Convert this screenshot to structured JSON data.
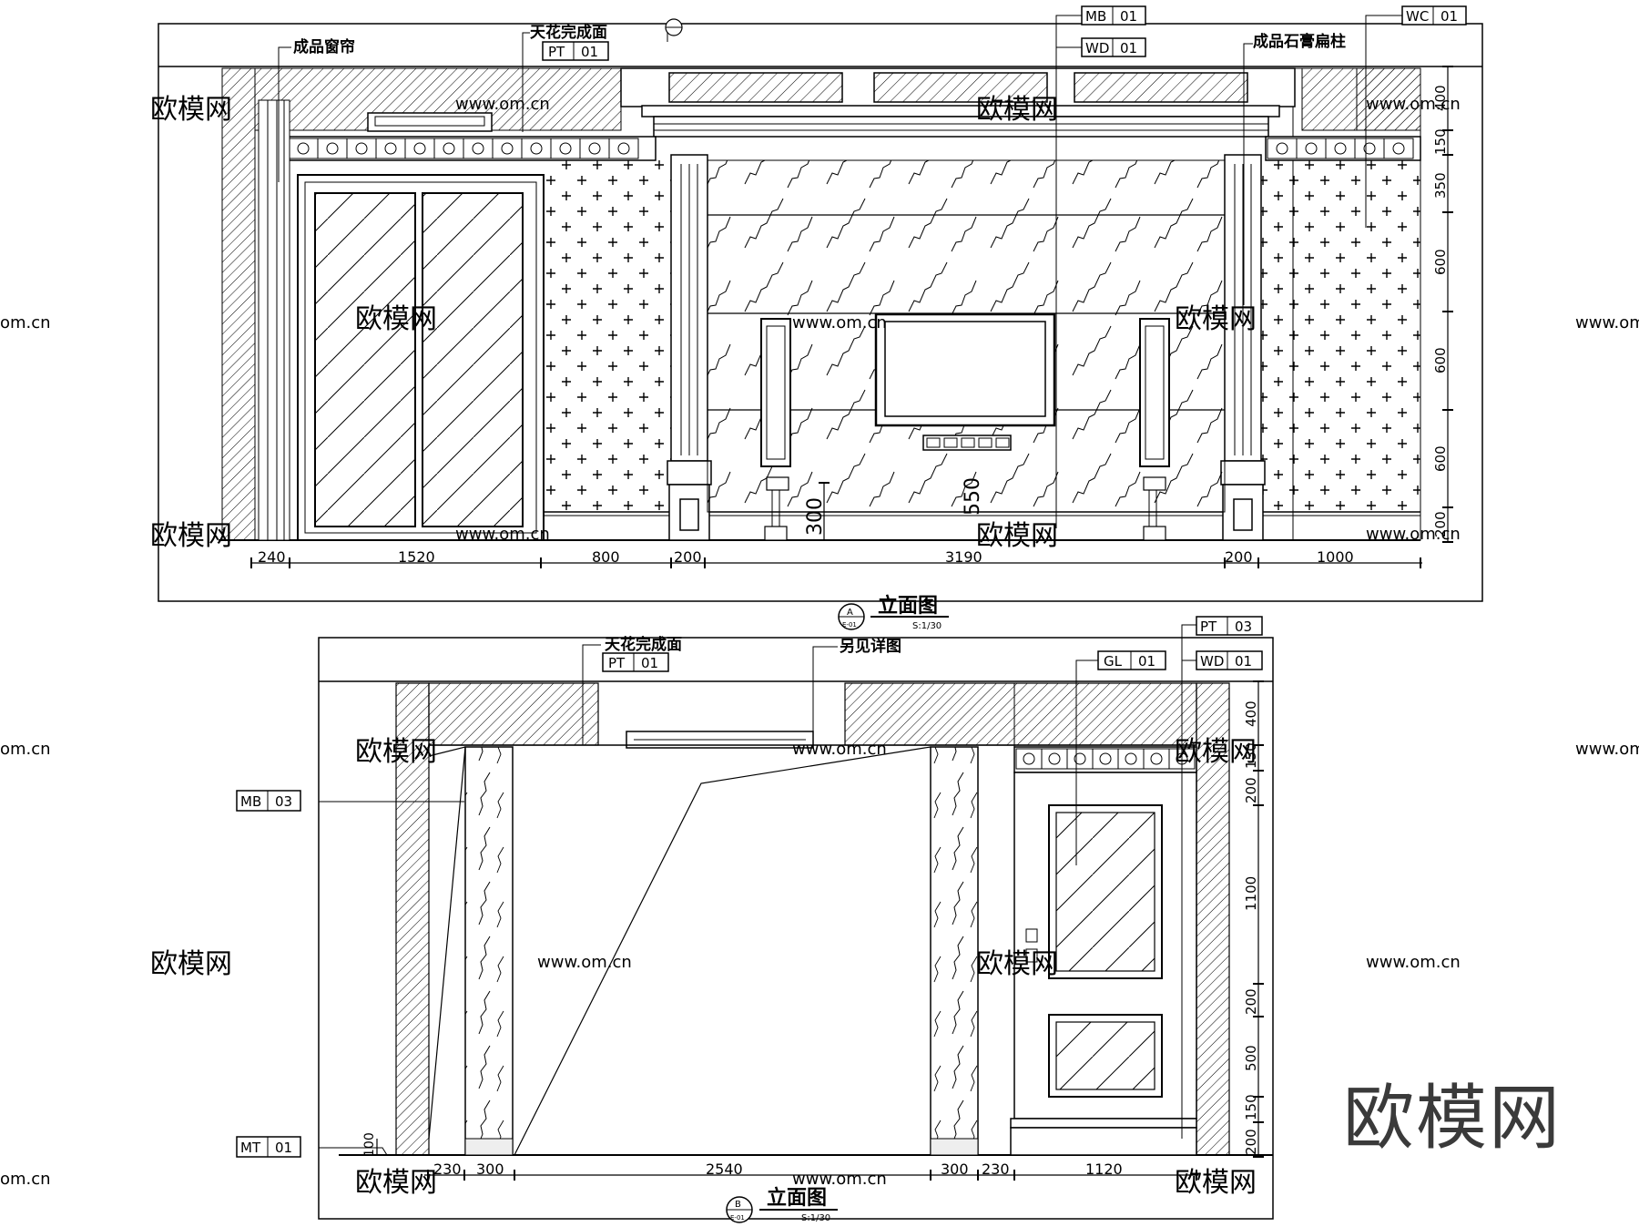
{
  "elevation_a": {
    "title": "立面图",
    "scale": "S:1/30",
    "symbol_letter": "A",
    "symbol_ref": "E-01",
    "labels": {
      "curtain": "成品窗帘",
      "ceiling": "天花完成面",
      "column": "成品石膏扁柱"
    },
    "tags": [
      {
        "code": "PT",
        "num": "01"
      },
      {
        "code": "MB",
        "num": "01"
      },
      {
        "code": "WD",
        "num": "01"
      },
      {
        "code": "WC",
        "num": "01"
      }
    ],
    "bottom_dims": [
      "240",
      "1520",
      "800",
      "200",
      "3190",
      "200",
      "1000"
    ],
    "right_dims": [
      "400",
      "150",
      "350",
      "600",
      "600",
      "600",
      "200"
    ],
    "inner_dims": [
      "300",
      "550"
    ]
  },
  "elevation_b": {
    "title": "立面图",
    "scale": "S:1/30",
    "symbol_letter": "B",
    "symbol_ref": "E-01",
    "labels": {
      "ceiling": "天花完成面",
      "see_detail": "另见详图"
    },
    "tags": [
      {
        "code": "PT",
        "num": "01"
      },
      {
        "code": "PT",
        "num": "03"
      },
      {
        "code": "GL",
        "num": "01"
      },
      {
        "code": "WD",
        "num": "01"
      },
      {
        "code": "MB",
        "num": "03"
      },
      {
        "code": "MT",
        "num": "01"
      }
    ],
    "bottom_dims": [
      "230",
      "300",
      "2540",
      "300",
      "230",
      "1120"
    ],
    "right_dims": [
      "400",
      "150",
      "200",
      "1100",
      "200",
      "500",
      "150",
      "200"
    ],
    "left_dim": "100"
  },
  "watermark": {
    "brand": "欧模网",
    "url": "www.om.cn",
    "short": "om.cn"
  }
}
